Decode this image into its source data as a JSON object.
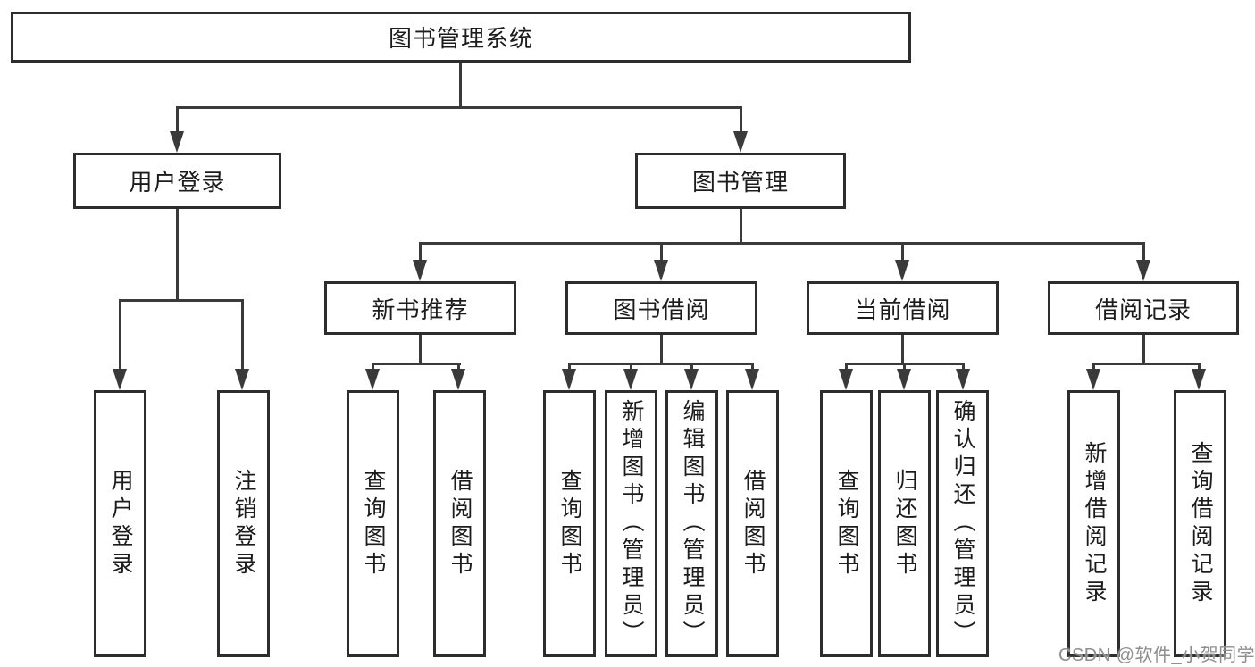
{
  "diagram": {
    "type": "hierarchy-tree",
    "root": "图书管理系统",
    "level1": [
      "用户登录",
      "图书管理"
    ],
    "level2": [
      "新书推荐",
      "图书借阅",
      "当前借阅",
      "借阅记录"
    ],
    "login_children": [
      "用户登录",
      "注销登录"
    ],
    "recommend_children": [
      "查询图书",
      "借阅图书"
    ],
    "borrow_children": [
      "查询图书",
      "新增图书（管理员）",
      "编辑图书（管理员）",
      "借阅图书"
    ],
    "current_children": [
      "查询图书",
      "归还图书",
      "确认归还（管理员）"
    ],
    "record_children": [
      "新增借阅记录",
      "查询借阅记录"
    ],
    "colors": {
      "line": "#3a3a3a",
      "box_border": "#2d2d2d",
      "box_fill": "#ffffff",
      "text": "#1c1c1c",
      "watermark": "#8f8f8f"
    }
  },
  "watermark": "CSDN @软件_小贺同学"
}
